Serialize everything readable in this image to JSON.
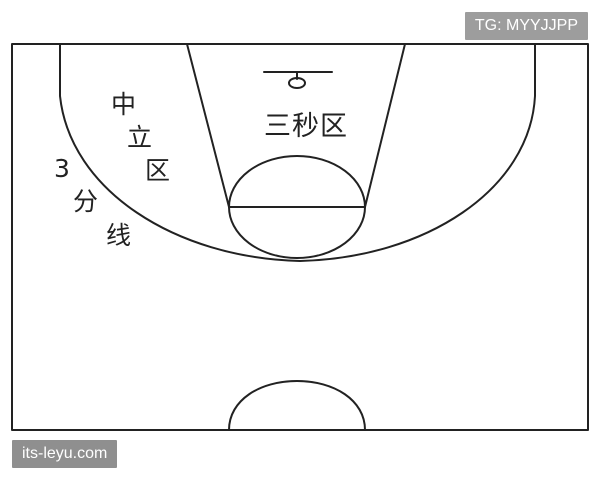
{
  "watermarks": {
    "telegram": "TG: MYYJJPP",
    "site": "its-leyu.com"
  },
  "court_labels": {
    "three_second_zone": "三秒区",
    "middle_zone": [
      "中",
      "立",
      "区"
    ],
    "three_point_line": [
      "3",
      "分",
      "线"
    ]
  },
  "colors": {
    "background": "#ffffff",
    "line": "#222222",
    "watermark_bg": "#9d9d9d",
    "watermark_text": "#ffffff"
  }
}
